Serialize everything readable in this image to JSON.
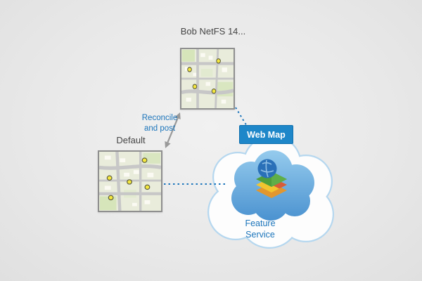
{
  "nodes": {
    "bob_version": {
      "label": "Bob NetFS 14..."
    },
    "default_version": {
      "label": "Default"
    },
    "web_map": {
      "label": "Web Map"
    },
    "feature_service": {
      "label": "Feature Service"
    }
  },
  "edges": {
    "reconcile_arrow": {
      "label": "Reconcile and post"
    },
    "map_to_webmap": {
      "style": "dotted"
    },
    "map_to_feature_service": {
      "style": "dotted"
    }
  },
  "colors": {
    "accent_blue": "#1c75bb",
    "web_map_fill": "#1e87c9",
    "cloud_blue": "#57a0d8",
    "cloud_outline": "#b5d7ef",
    "arrow_gray": "#9a9a9a",
    "map_marker_yellow": "#f4e73e",
    "background_gray": "#e9e9e9"
  }
}
